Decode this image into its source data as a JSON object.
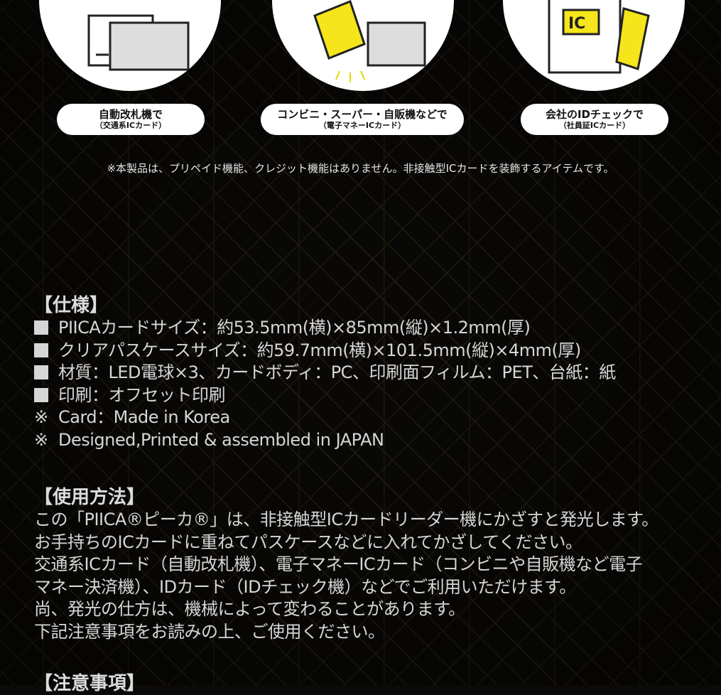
{
  "colors": {
    "background": "#0b0a08",
    "pattern": "#4a3a22",
    "text": "#d6d6d6",
    "accent_yellow": "#f5e51a"
  },
  "usage_cards": [
    {
      "title": "自動改札機で",
      "subtitle": "（交通系ICカード）",
      "icon": "ticket-gate-icon"
    },
    {
      "title": "コンビニ・スーパー・自販機などで",
      "subtitle": "（電子マネーICカード）",
      "icon": "card-reader-icon"
    },
    {
      "title": "会社のIDチェックで",
      "subtitle": "（社員証ICカード）",
      "icon": "id-reader-icon",
      "ic_label": "IC"
    }
  ],
  "disclaimer": "※本製品は、プリペイド機能、クレジット機能はありません。非接触型ICカードを装飾するアイテムです。",
  "specs": {
    "heading": "【仕様】",
    "items": [
      "PIICAカードサイズ：約53.5mm(横)×85mm(縦)×1.2mm(厚)",
      "クリアパスケースサイズ：約59.7mm(横)×101.5mm(縦)×4mm(厚)",
      "材質：LED電球×3、カードボディ：PC、印刷面フィルム：PET、台紙：紙",
      "印刷：オフセット印刷"
    ],
    "notes_mark": "※",
    "notes": [
      "Card：Made in Korea",
      "Designed,Printed & assembled in JAPAN"
    ]
  },
  "usage": {
    "heading": "【使用方法】",
    "lines": [
      "この「PIICA®ピーカ®」は、非接触型ICカードリーダー機にかざすと発光します。",
      "お手持ちのICカードに重ねてパスケースなどに入れてかざしてください。",
      "交通系ICカード（自動改札機）、電子マネーICカード（コンビニや自販機など電子",
      "マネー決済機）、IDカード（IDチェック機）などでご利用いただけます。",
      "尚、発光の仕方は、機械によって変わることがあります。",
      "下記注意事項をお読みの上、ご使用ください。"
    ]
  },
  "cautions": {
    "heading": "【注意事項】"
  }
}
